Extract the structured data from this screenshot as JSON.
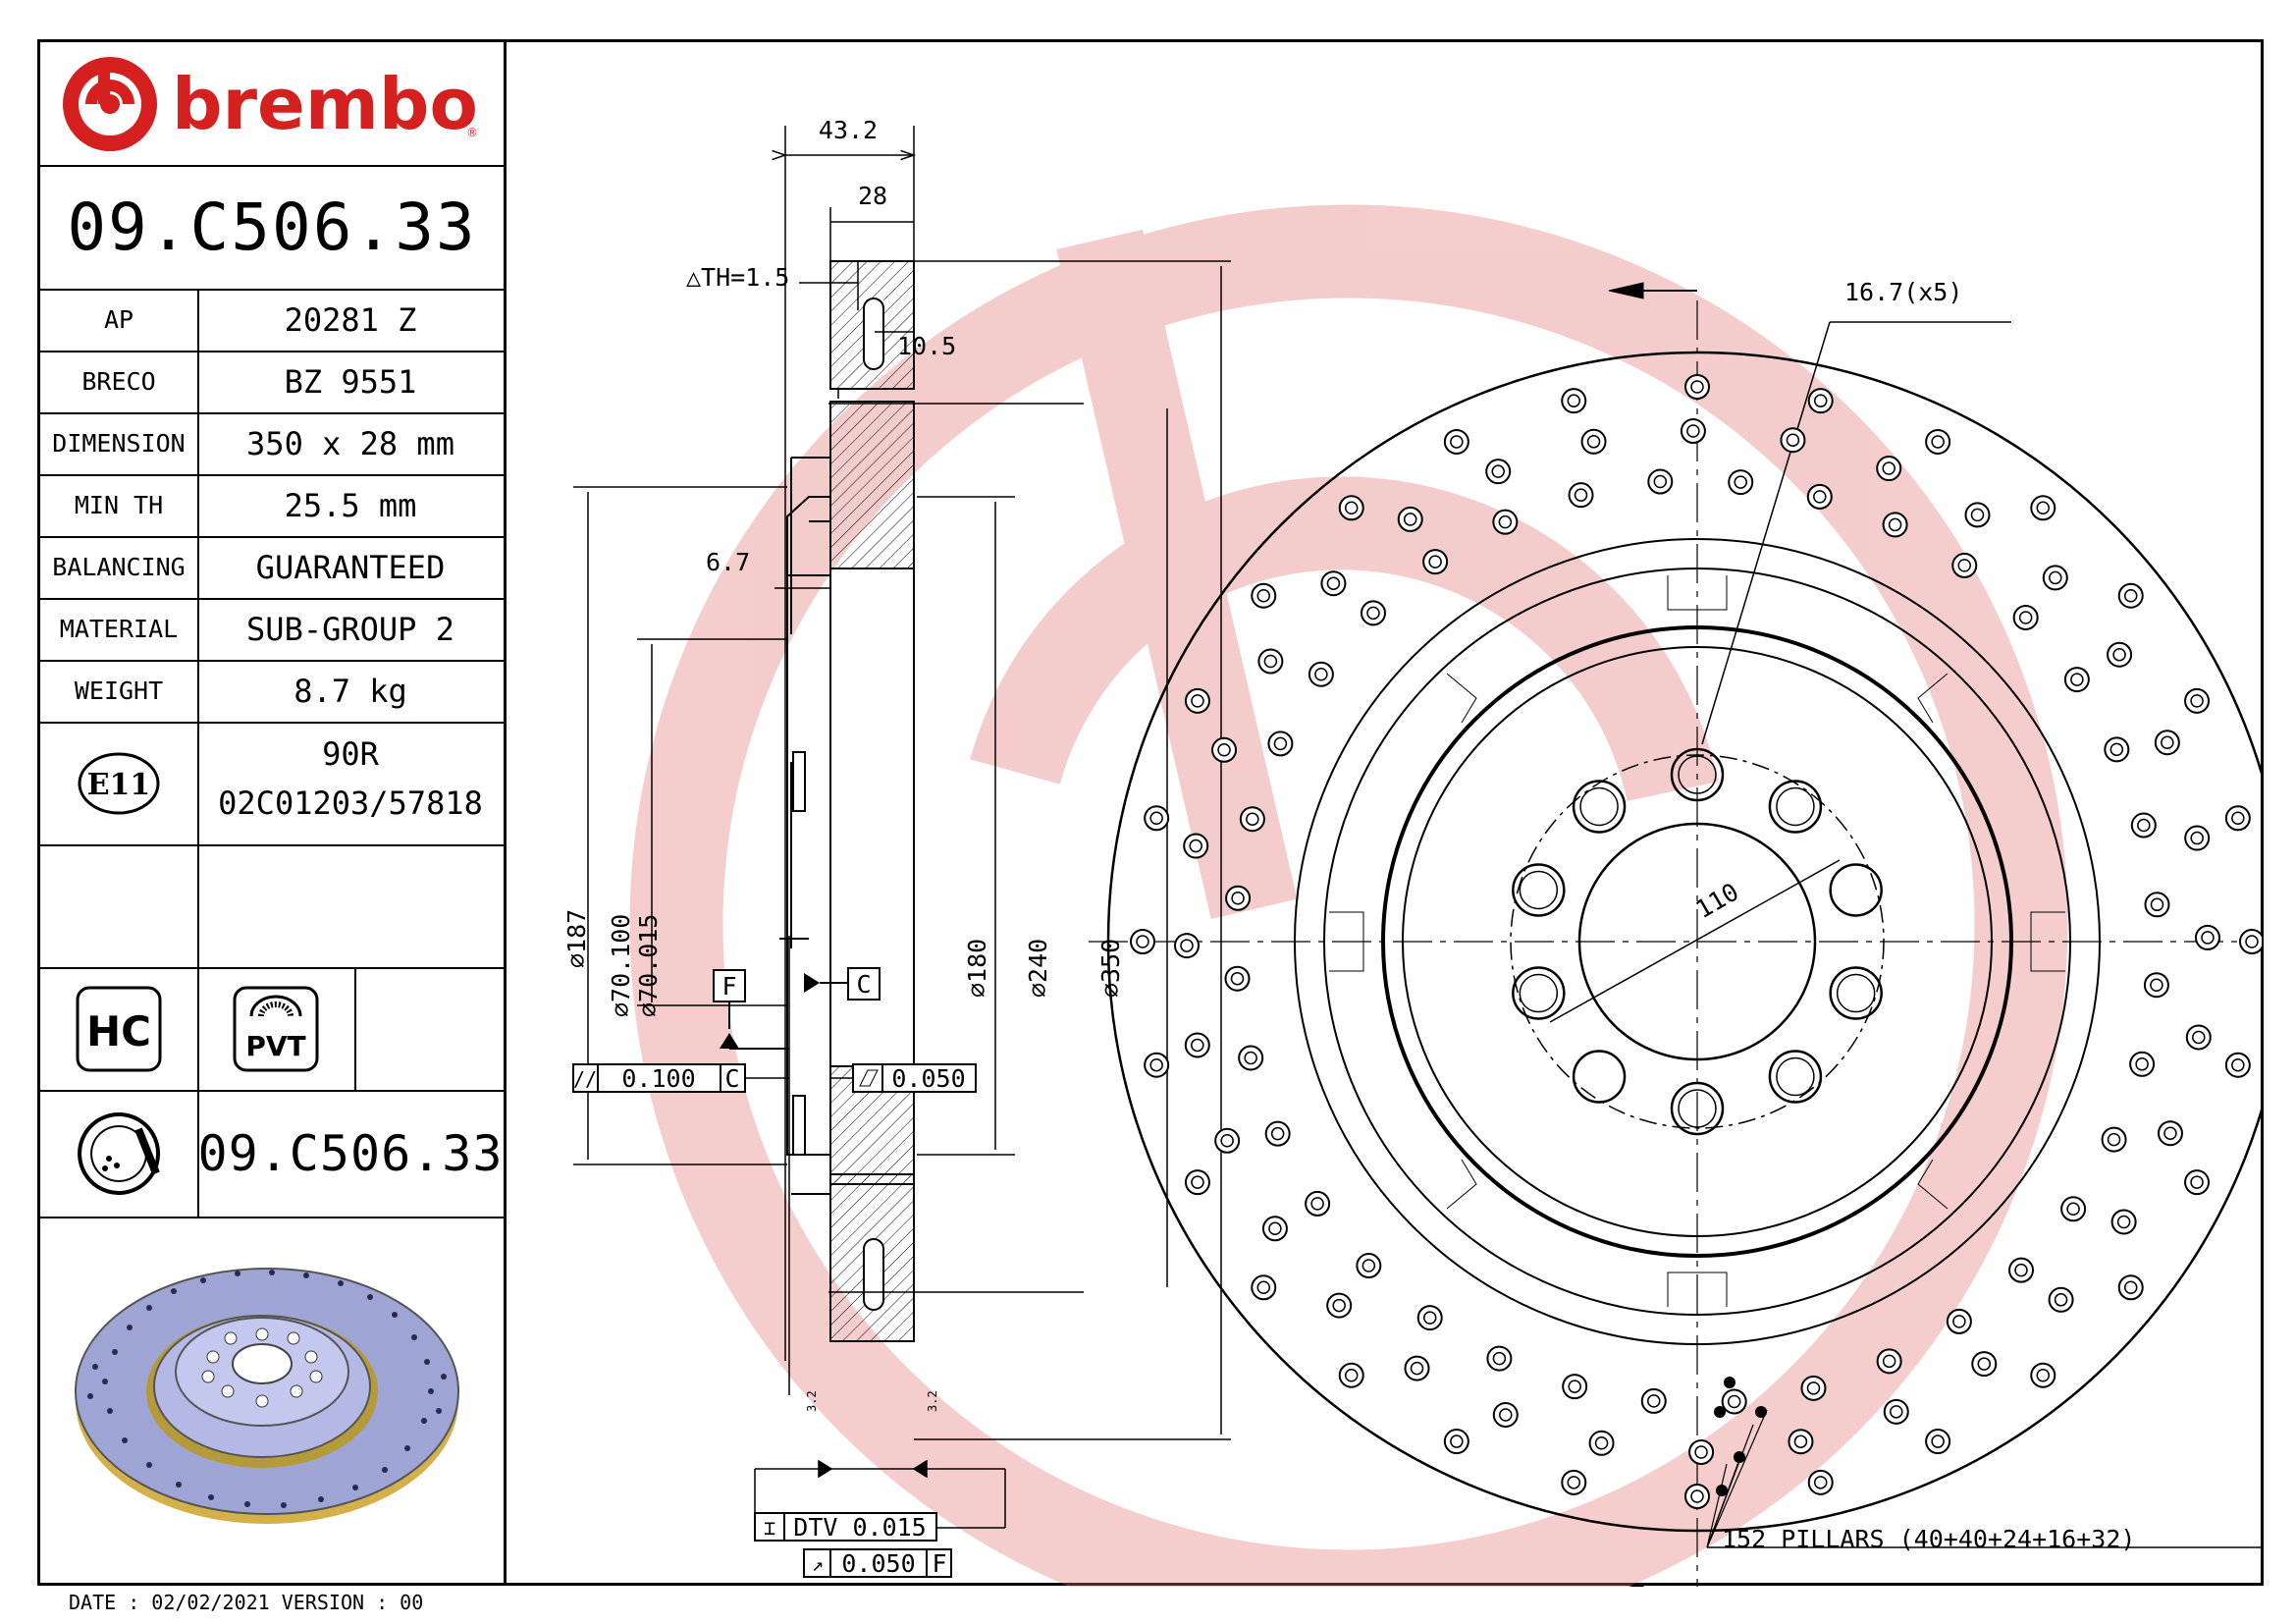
{
  "brand": {
    "name": "brembo",
    "color": "#d4201f"
  },
  "part_number": "09.C506.33",
  "specs": [
    {
      "label": "AP",
      "value": "20281 Z"
    },
    {
      "label": "BRECO",
      "value": "BZ 9551"
    },
    {
      "label": "DIMENSION",
      "value": "350 x 28 mm"
    },
    {
      "label": "MIN TH",
      "value": "25.5 mm"
    },
    {
      "label": "BALANCING",
      "value": "GUARANTEED"
    },
    {
      "label": "MATERIAL",
      "value": "SUB-GROUP 2"
    },
    {
      "label": "WEIGHT",
      "value": "8.7 kg"
    }
  ],
  "approval": {
    "mark": "E11",
    "line1": "90R",
    "line2": "02C01203/57818"
  },
  "badges": {
    "hc": "HC",
    "pvt": "PVT"
  },
  "bottom_code": "09.C506.33",
  "footer": "DATE : 02/02/2021 VERSION : 00",
  "dimensions": {
    "width_total": "43.2",
    "thickness": "28",
    "th_tolerance": "△TH=1.5",
    "slot": "10.5",
    "offset": "6.7",
    "d187": "⌀187",
    "d70a": "⌀70.100",
    "d70b": "⌀70.015",
    "d180": "⌀180",
    "d240": "⌀240",
    "d350": "⌀350",
    "datum_f": "F",
    "datum_c": "C",
    "tol_parallel": "0.100",
    "tol_parallel_ref": "C",
    "tol_flat": "0.050",
    "dtv": "DTV 0.015",
    "runout": "0.050",
    "runout_ref": "F",
    "bolt_circle": "110",
    "hole_size": "16.7(x5)",
    "pillars": "152 PILLARS (40+40+24+16+32)",
    "roughness_a": "3.2",
    "roughness_b": "3.2"
  }
}
